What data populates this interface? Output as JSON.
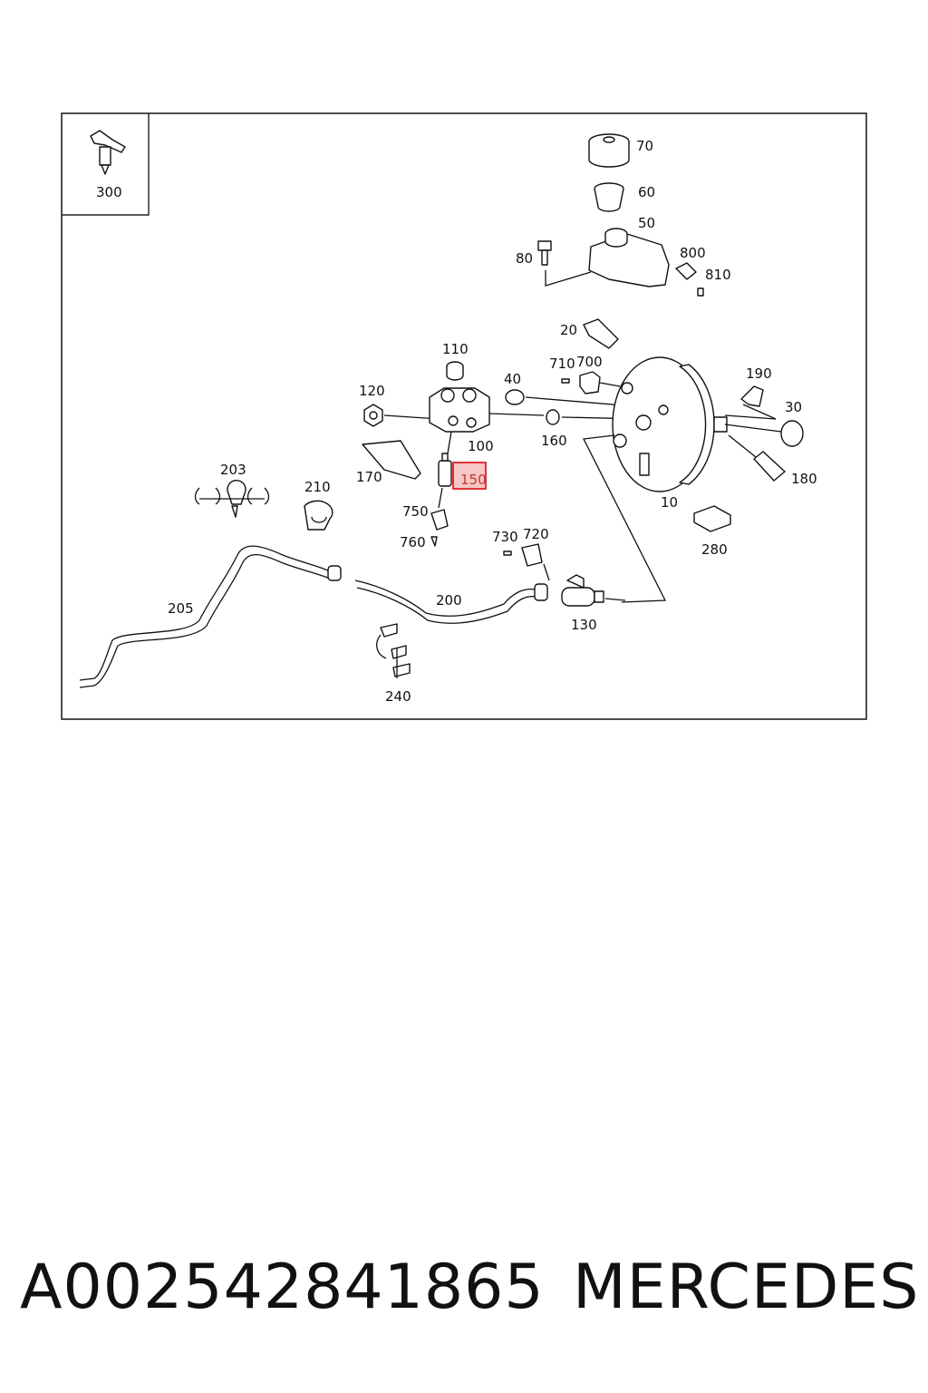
{
  "labels": {
    "p300": "300",
    "p70": "70",
    "p60": "60",
    "p50": "50",
    "p80": "80",
    "p800": "800",
    "p810": "810",
    "p20": "20",
    "p110": "110",
    "p710": "710",
    "p700": "700",
    "p40": "40",
    "p190": "190",
    "p120": "120",
    "p30": "30",
    "p100": "100",
    "p160": "160",
    "p170": "170",
    "p150": "150",
    "p180": "180",
    "p203": "203",
    "p210": "210",
    "p10": "10",
    "p750": "750",
    "p280": "280",
    "p760": "760",
    "p730": "730",
    "p720": "720",
    "p205": "205",
    "p200": "200",
    "p130": "130",
    "p240": "240"
  },
  "highlight": {
    "part": "150",
    "color": "#e0202a",
    "fill": "#f7c6c6"
  },
  "footer": {
    "part_number": "A002542841865",
    "brand": "MERCEDES"
  }
}
